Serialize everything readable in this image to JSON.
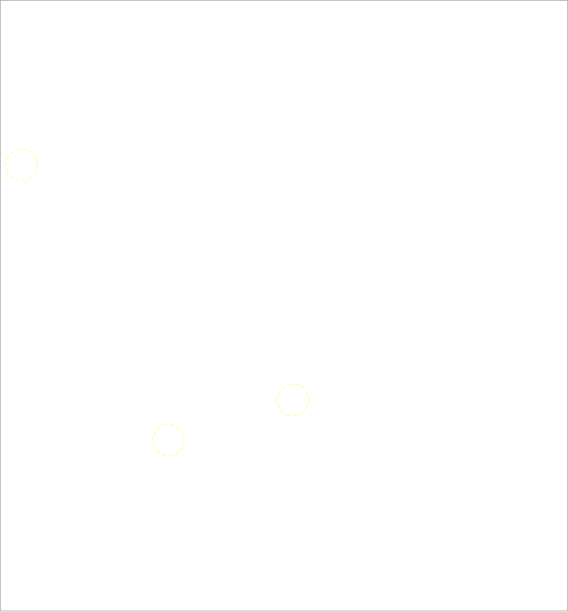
{
  "canvas": {
    "background": "#ffffff",
    "border_color": "#a6a6a6"
  },
  "markers": {
    "stroke_color": "#ffff99",
    "style": "dashed-circle",
    "items": [
      {
        "name": "marker-left"
      },
      {
        "name": "marker-center"
      },
      {
        "name": "marker-lower-left"
      }
    ]
  }
}
